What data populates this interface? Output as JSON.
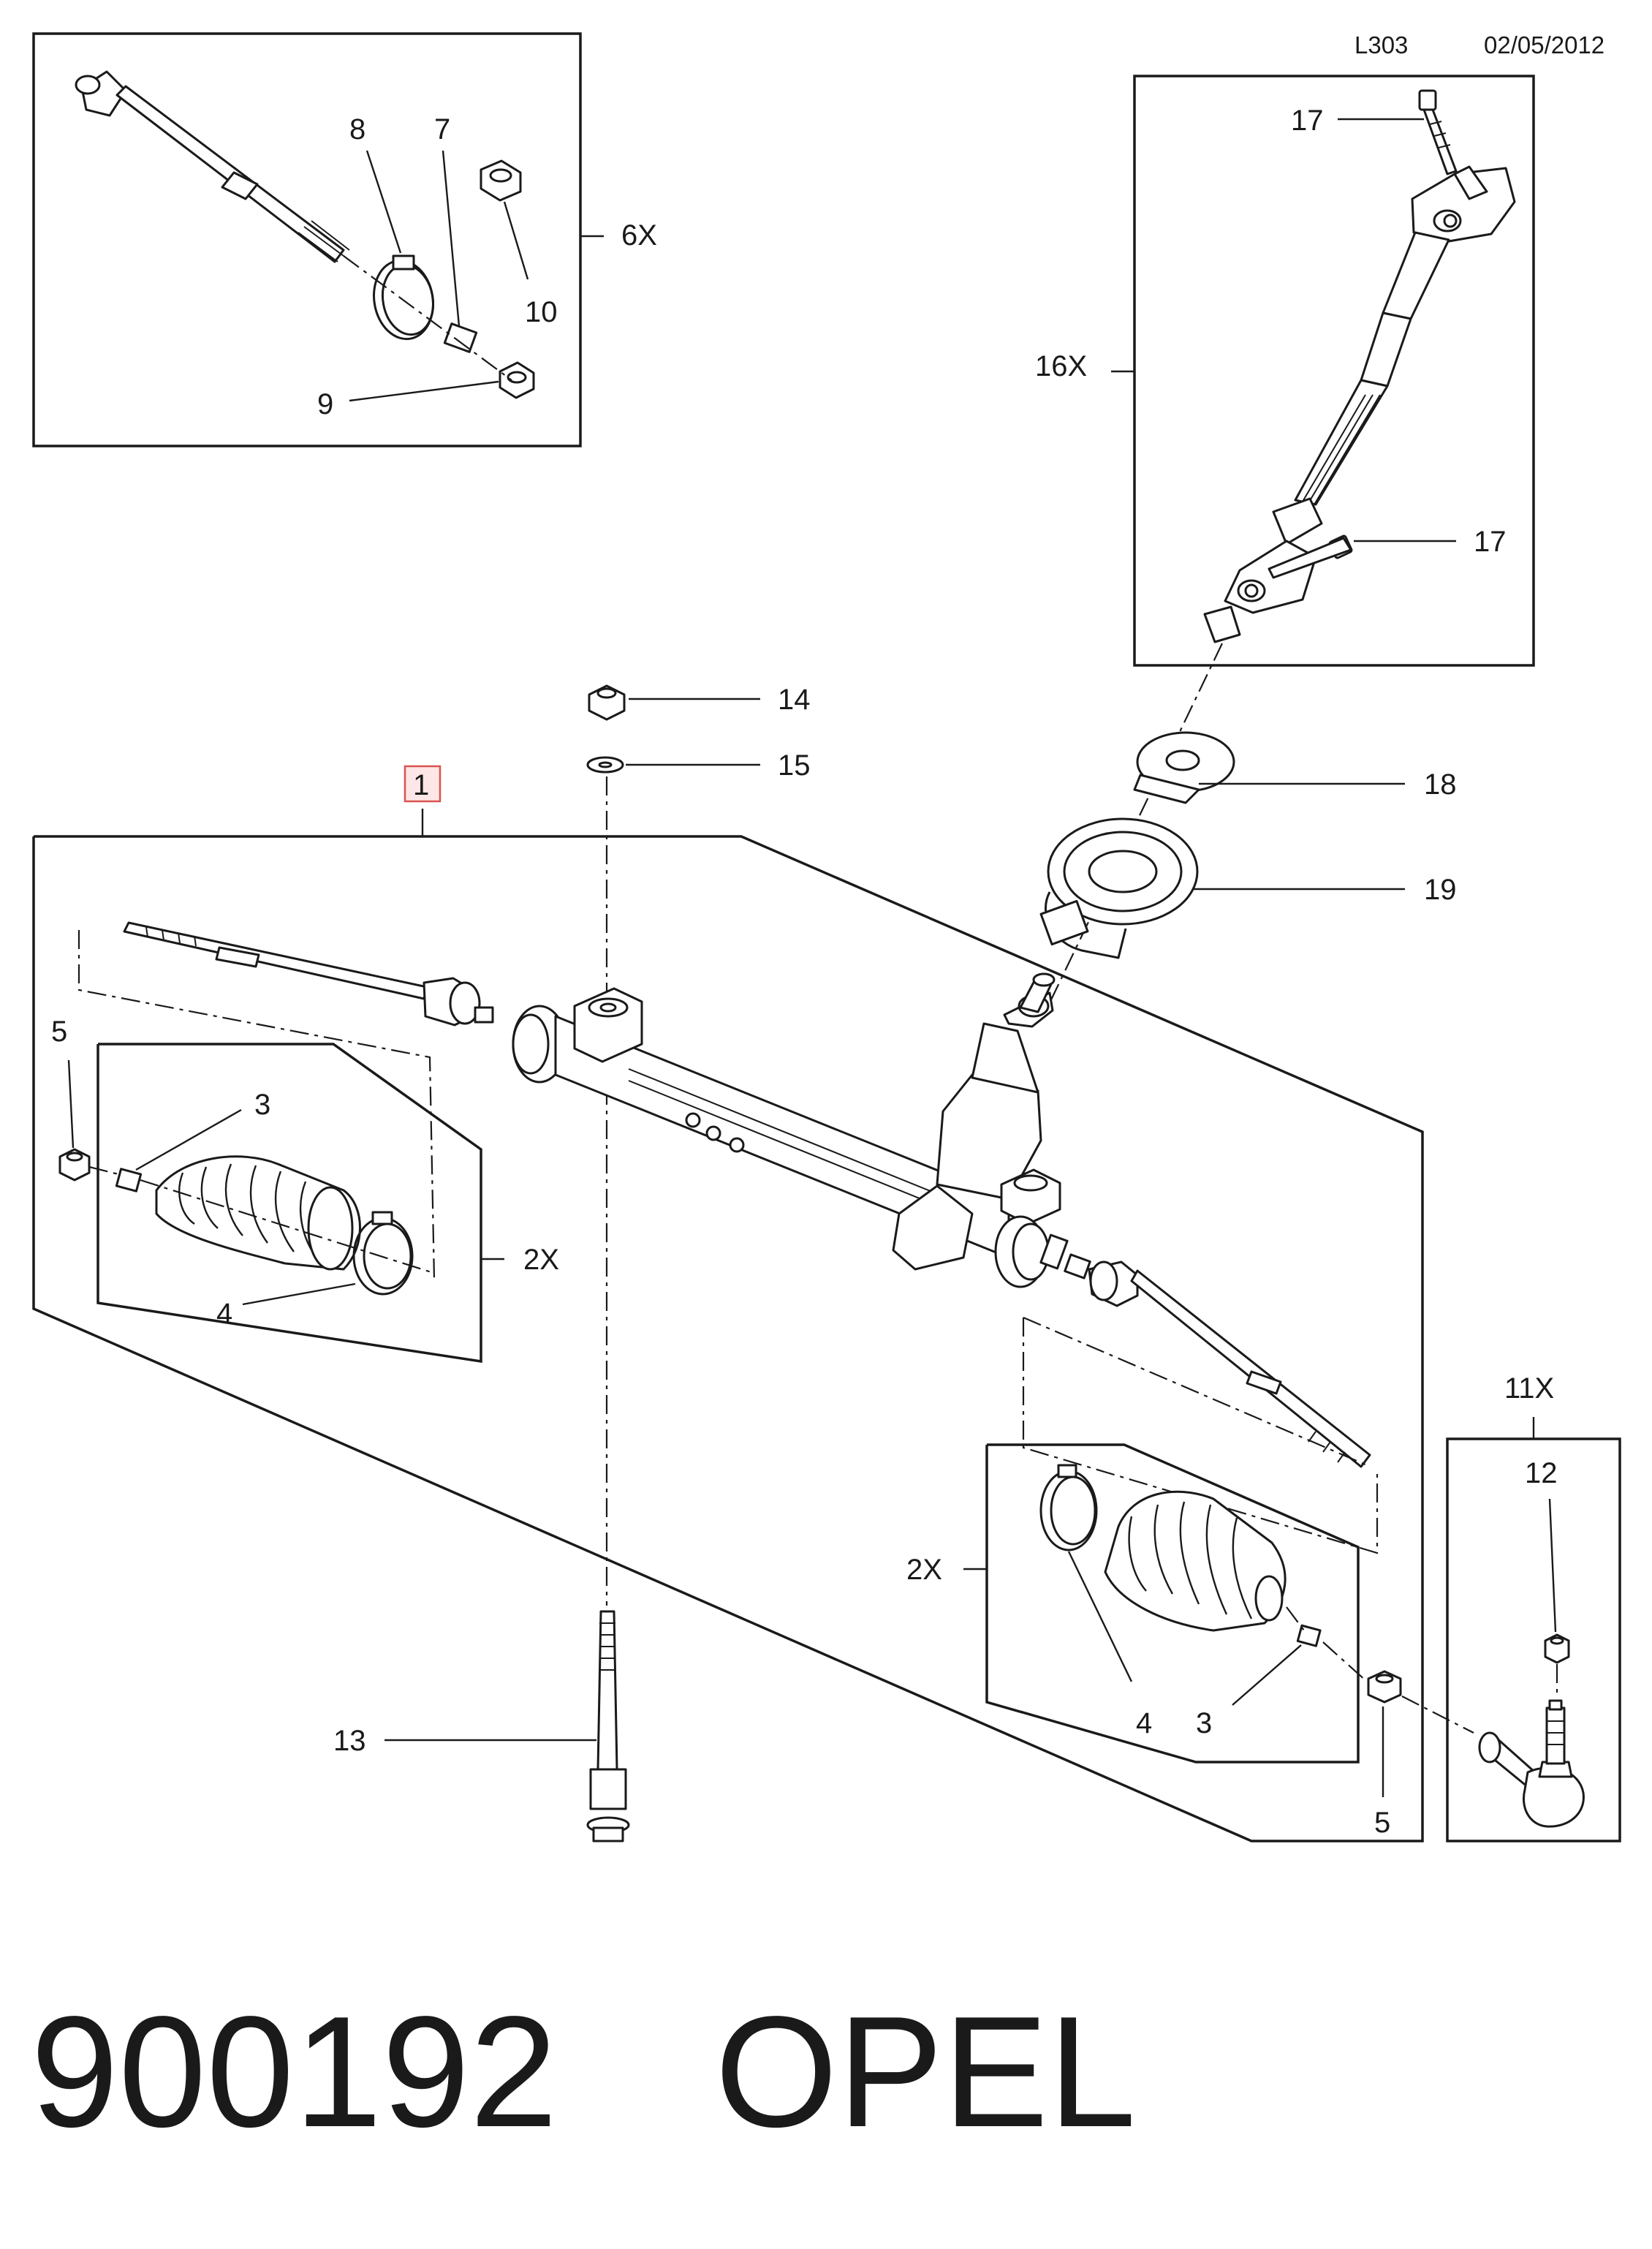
{
  "header": {
    "code": "L303",
    "date": "02/05/2012"
  },
  "callouts": {
    "c1": "1",
    "c2_left": "2X",
    "c2_right": "2X",
    "c3_left": "3",
    "c3_right": "3",
    "c4_left": "4",
    "c4_right": "4",
    "c5_left": "5",
    "c5_right": "5",
    "c6": "6X",
    "c7": "7",
    "c8": "8",
    "c9": "9",
    "c10": "10",
    "c11": "11X",
    "c12": "12",
    "c13": "13",
    "c14": "14",
    "c15": "15",
    "c16": "16X",
    "c17_top": "17",
    "c17_bottom": "17",
    "c18": "18",
    "c19": "19"
  },
  "footer": {
    "part_number": "900192",
    "brand": "OPEL"
  }
}
